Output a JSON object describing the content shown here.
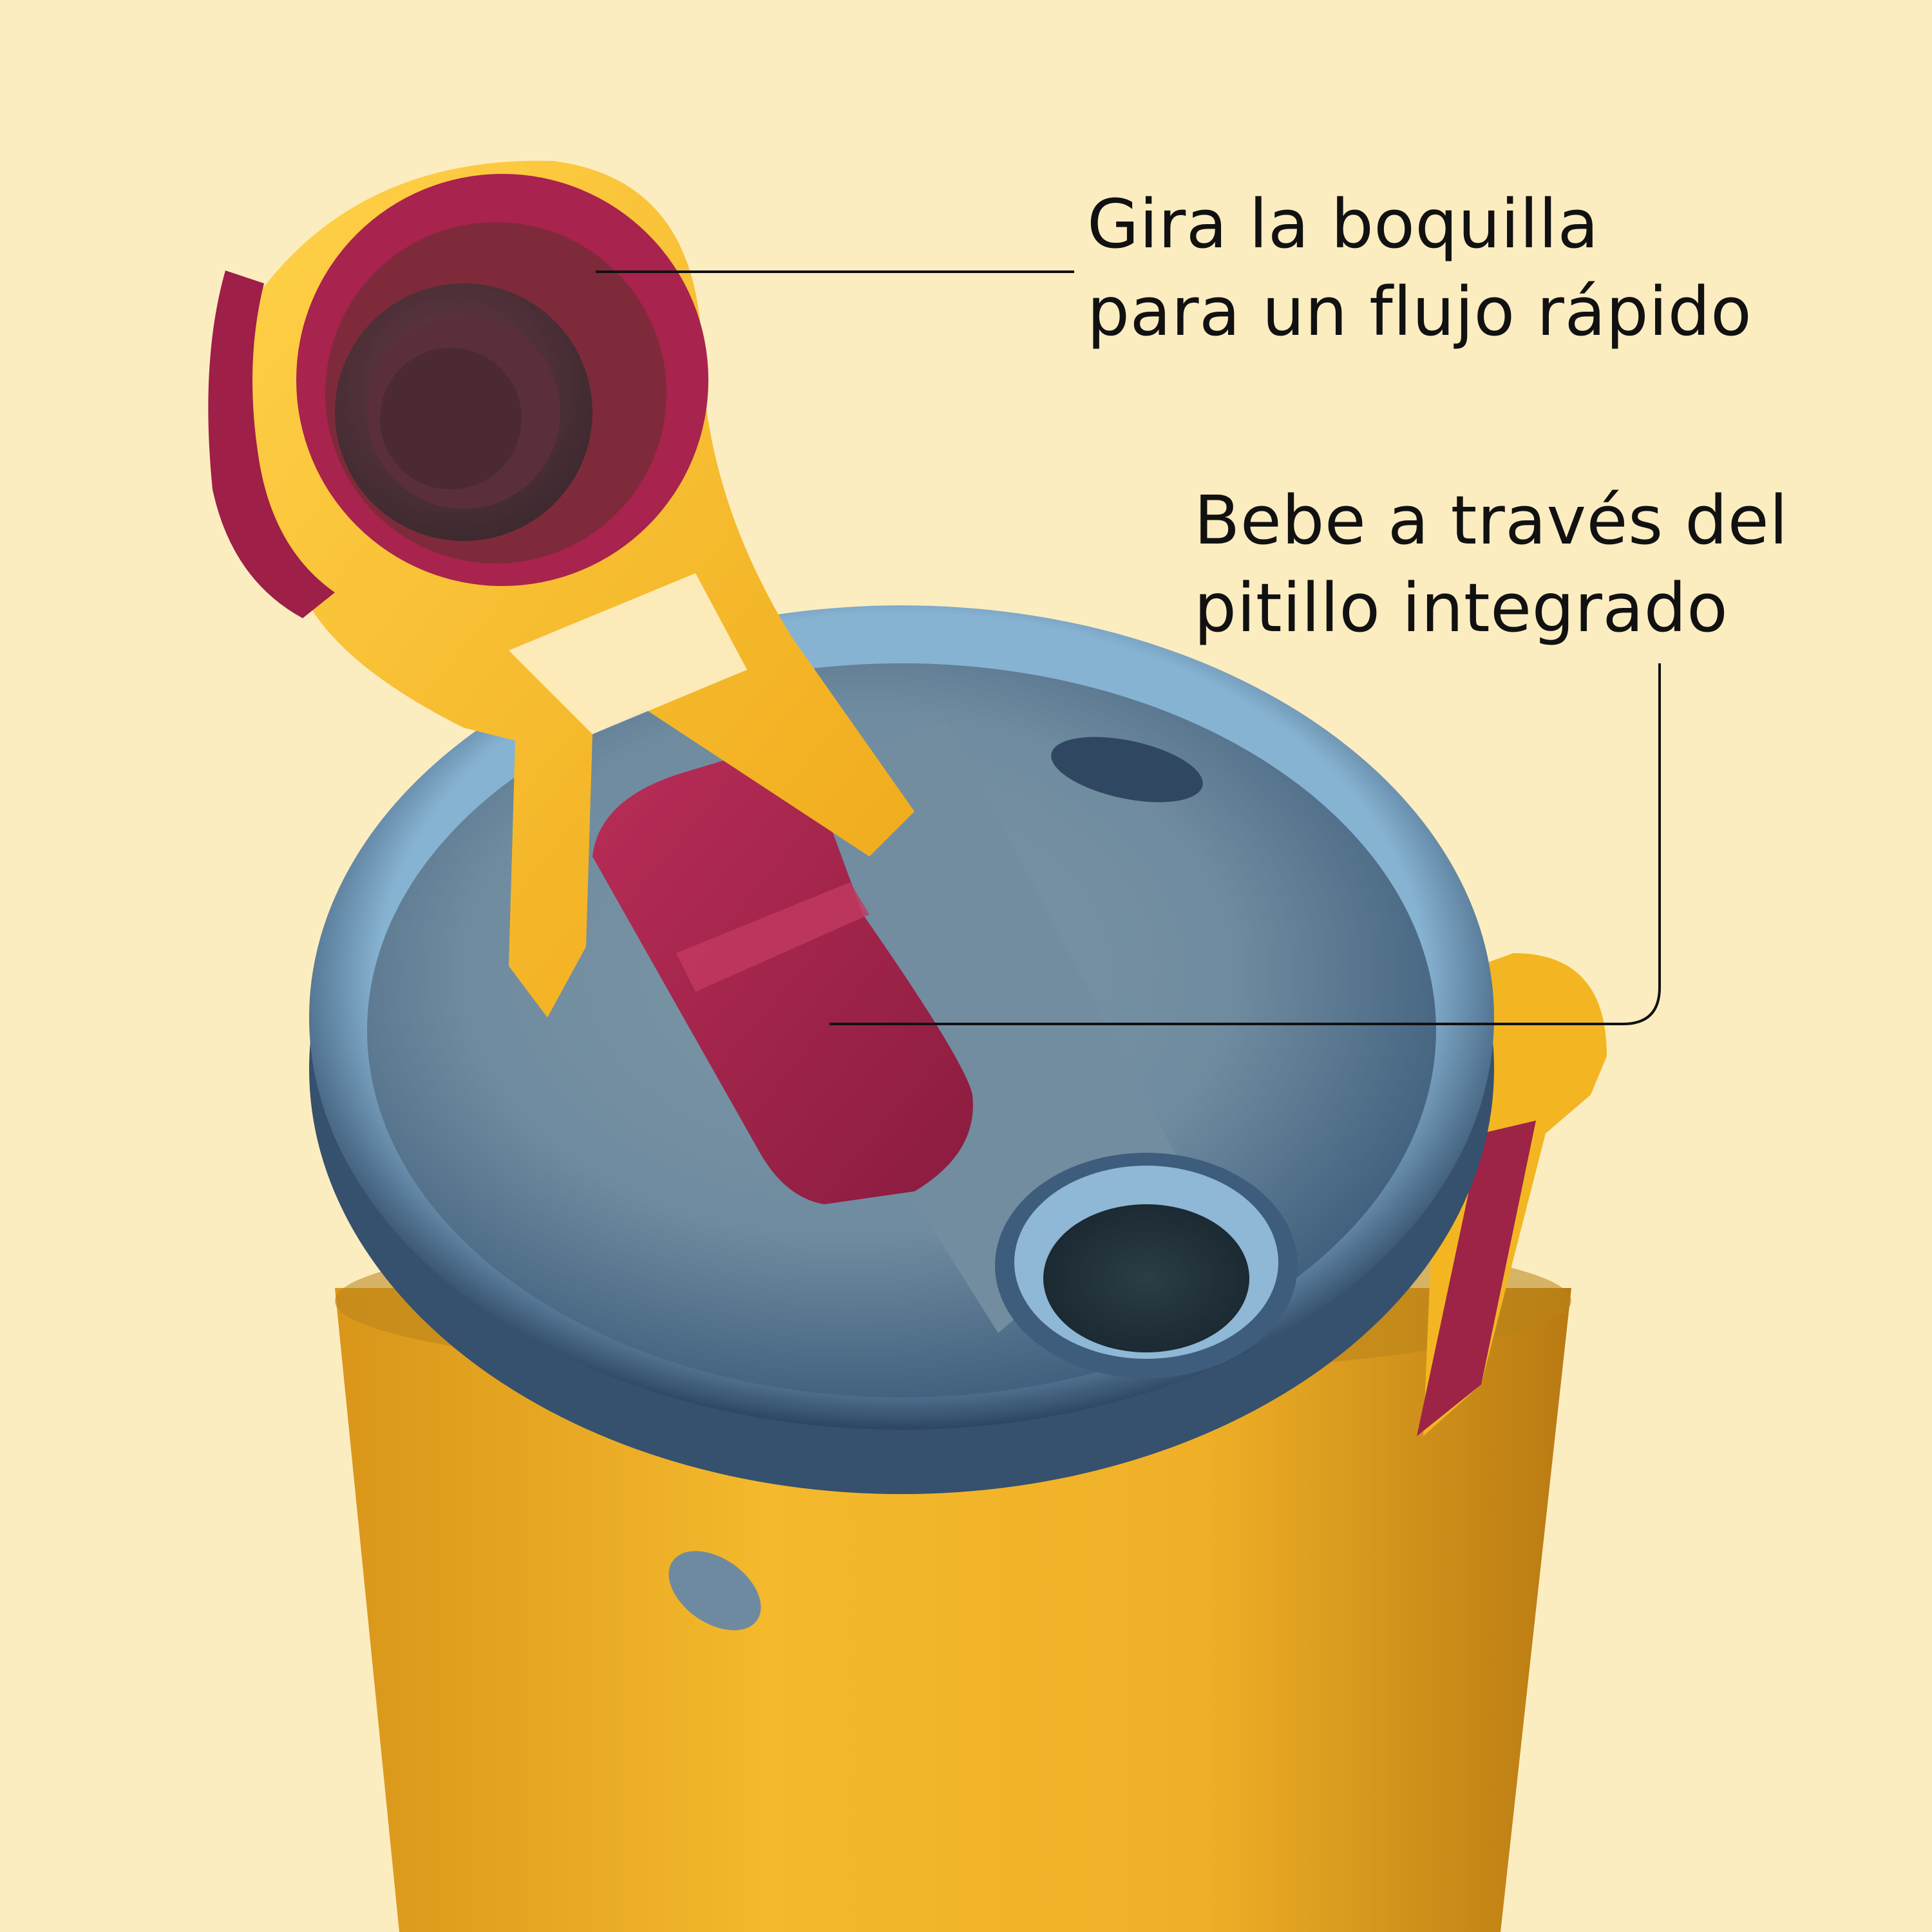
{
  "callouts": {
    "spout": {
      "line1": "Gira la boquilla",
      "line2": "para un flujo rápido"
    },
    "straw": {
      "line1": "Bebe a través del",
      "line2": "pitillo integrado"
    }
  },
  "colors": {
    "background": "#fcedc0",
    "bottle_yellow": "#f2b72a",
    "accent_magenta": "#a3234c",
    "lid_blue": "#5f90b4",
    "text": "#111111"
  }
}
